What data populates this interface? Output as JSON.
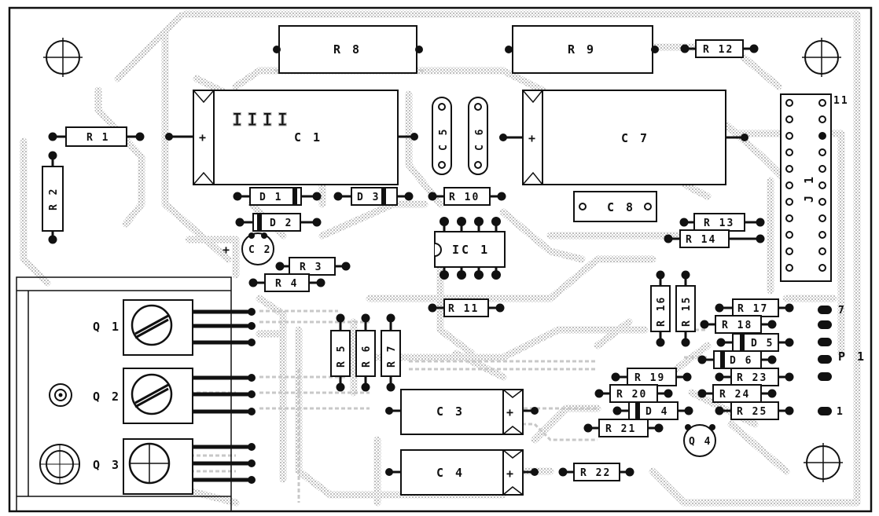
{
  "labels": {
    "r1": "R 1",
    "r2": "R 2",
    "r3": "R 3",
    "r4": "R 4",
    "r5": "R 5",
    "r6": "R 6",
    "r7": "R 7",
    "r8": "R 8",
    "r9": "R 9",
    "r10": "R 10",
    "r11": "R 11",
    "r12": "R 12",
    "r13": "R 13",
    "r14": "R 14",
    "r15": "R 15",
    "r16": "R 16",
    "r17": "R 17",
    "r18": "R 18",
    "r19": "R 19",
    "r20": "R 20",
    "r21": "R 21",
    "r22": "R 22",
    "r23": "R 23",
    "r24": "R 24",
    "r25": "R 25",
    "c1": "C 1",
    "c2": "C 2",
    "c3": "C 3",
    "c4": "C 4",
    "c5": "C 5",
    "c6": "C 6",
    "c7": "C 7",
    "c8": "C 8",
    "d1": "D 1",
    "d2": "D 2",
    "d3": "D 3",
    "d4": "D 4",
    "d5": "D 5",
    "d6": "D 6",
    "ic1": "IC 1",
    "q1": "Q 1",
    "q2": "Q 2",
    "q3": "Q 3",
    "q4": "Q 4",
    "j1": "J 1",
    "p1": "P 1",
    "pin11": "11",
    "pin7": "7",
    "pin1": "1",
    "plus": "+"
  },
  "colors": {
    "ink": "#111111",
    "hatch": "#b8b8b8",
    "paper": "#ffffff"
  }
}
